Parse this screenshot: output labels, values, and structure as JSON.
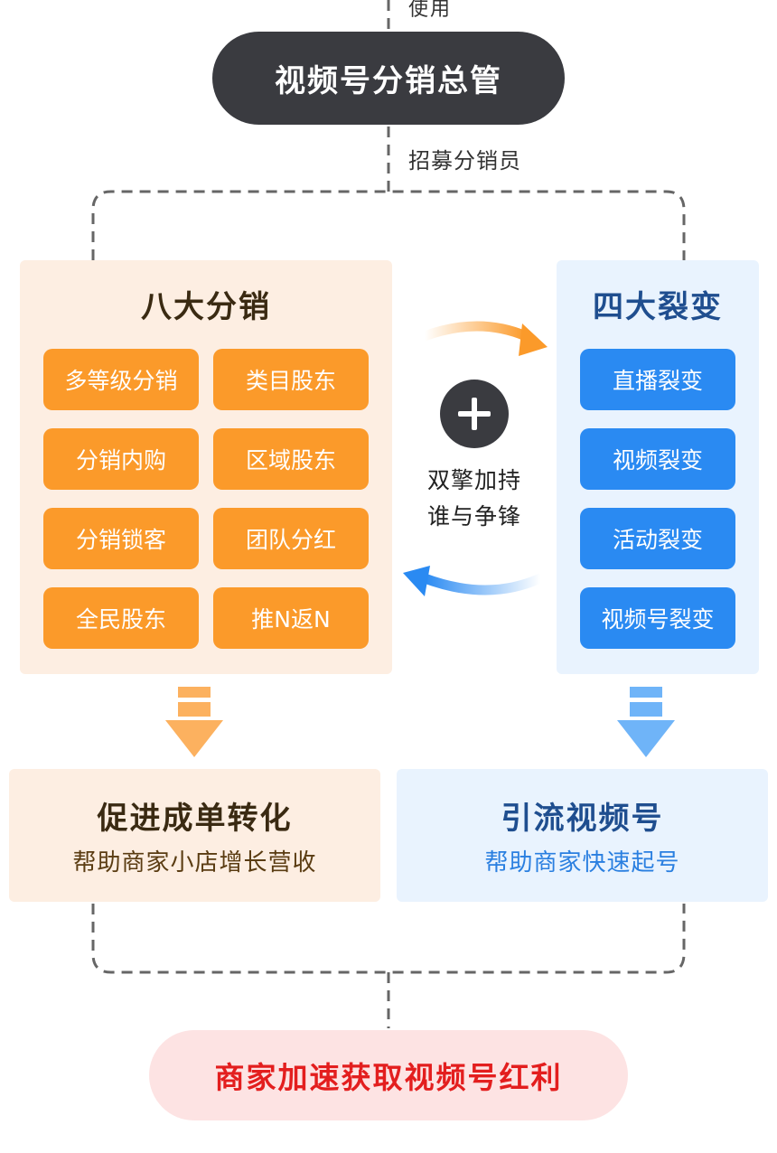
{
  "top_label": "使用",
  "manager": "视频号分销总管",
  "recruit_label": "招募分销员",
  "left_panel": {
    "title": "八大分销",
    "items": [
      "多等级分销",
      "类目股东",
      "分销内购",
      "区域股东",
      "分销锁客",
      "团队分红",
      "全民股东",
      "推N返N"
    ]
  },
  "right_panel": {
    "title": "四大裂变",
    "items": [
      "直播裂变",
      "视频裂变",
      "活动裂变",
      "视频号裂变"
    ]
  },
  "center": {
    "line1": "双擎加持",
    "line2": "谁与争锋"
  },
  "result_left": {
    "title": "促进成单转化",
    "subtitle": "帮助商家小店增长营收"
  },
  "result_right": {
    "title": "引流视频号",
    "subtitle": "帮助商家快速起号"
  },
  "final": "商家加速获取视频号红利",
  "colors": {
    "dark": "#3a3b40",
    "orange": "#fb9a2a",
    "orange_bg": "#fdeee2",
    "blue": "#2a8af2",
    "blue_bg": "#e9f3fe",
    "red": "#e31e1e",
    "pink_bg": "#fde3e3"
  }
}
